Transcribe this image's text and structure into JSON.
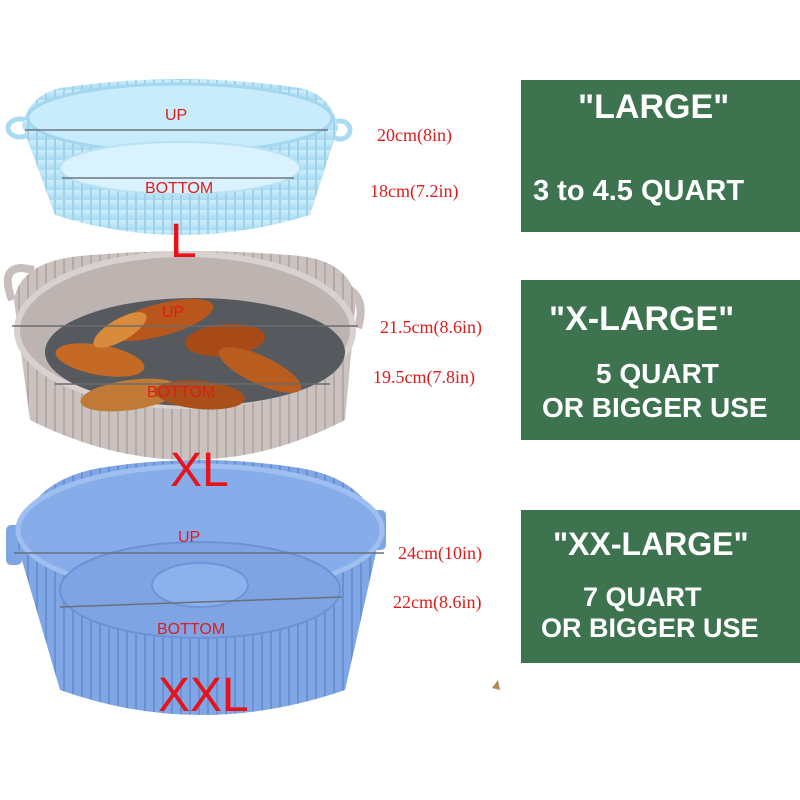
{
  "colors": {
    "panel_green": "#3e7350",
    "label_red": "#e01b1b",
    "liner_large": "#b9e3f5",
    "liner_xlarge": "#cfc6c4",
    "liner_xxlarge": "#7fa7e6"
  },
  "liners": [
    {
      "size_letter": "L",
      "up_label": "UP",
      "bottom_label": "BOTTOM",
      "up_measure": "20cm(8in)",
      "bottom_measure": "18cm(7.2in)"
    },
    {
      "size_letter": "XL",
      "up_label": "UP",
      "bottom_label": "BOTTOM",
      "up_measure": "21.5cm(8.6in)",
      "bottom_measure": "19.5cm(7.8in)"
    },
    {
      "size_letter": "XXL",
      "up_label": "UP",
      "bottom_label": "BOTTOM",
      "up_measure": "24cm(10in)",
      "bottom_measure": "22cm(8.6in)"
    }
  ],
  "panels": [
    {
      "title": "\"LARGE\"",
      "line1": "3 to 4.5 QUART",
      "line2": ""
    },
    {
      "title": "\"X-LARGE\"",
      "line1": "5  QUART",
      "line2": "OR BIGGER USE"
    },
    {
      "title": "\"XX-LARGE\"",
      "line1": "7 QUART",
      "line2": "OR BIGGER USE"
    }
  ]
}
